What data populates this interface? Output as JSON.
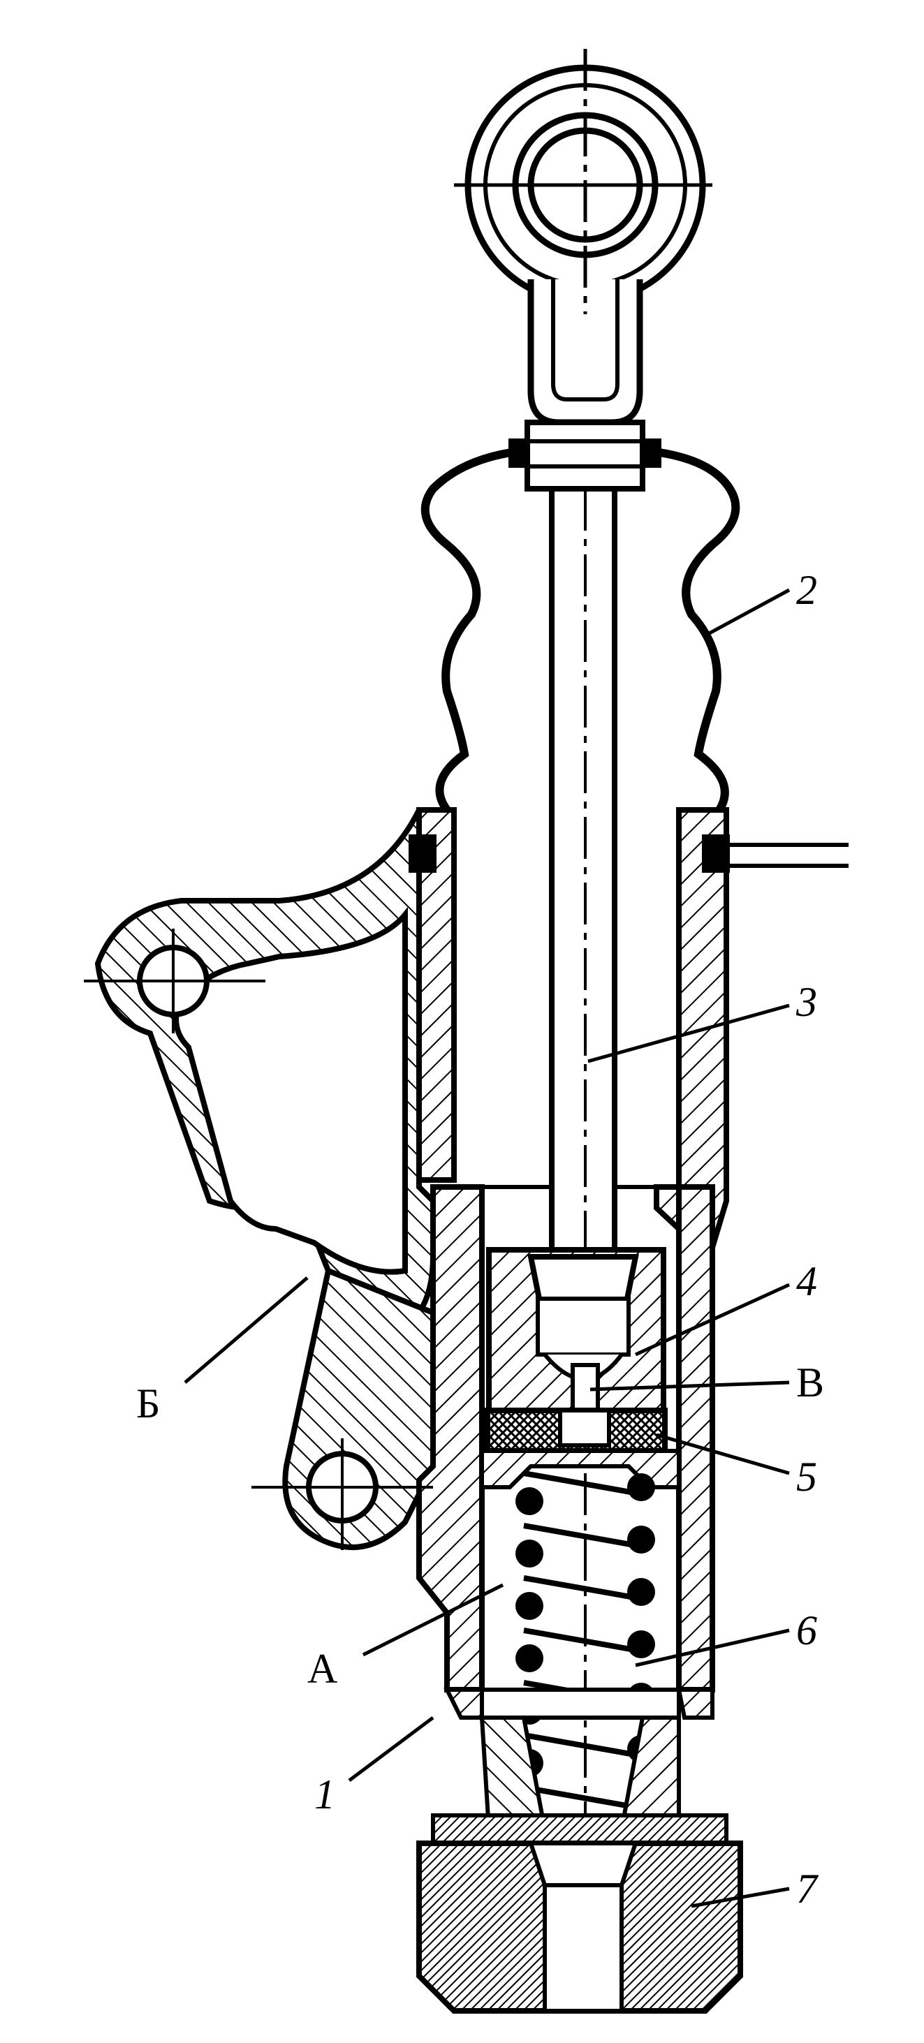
{
  "diagram": {
    "labels": {
      "part_1": "1",
      "part_2": "2",
      "part_3": "3",
      "part_4": "4",
      "part_5": "5",
      "part_6": "6",
      "part_7": "7",
      "cavity_a": "А",
      "cavity_b": "Б",
      "opening_v": "В"
    }
  }
}
